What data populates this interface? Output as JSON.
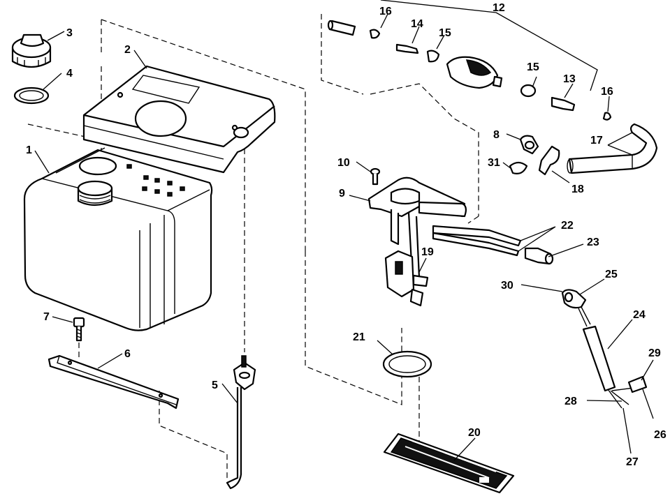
{
  "diagram": {
    "background": "#ffffff",
    "ink": "#000000",
    "callouts": {
      "c1": "1",
      "c2": "2",
      "c3": "3",
      "c4": "4",
      "c5": "5",
      "c6": "6",
      "c7": "7",
      "c8": "8",
      "c9": "9",
      "c10": "10",
      "c12": "12",
      "c13": "13",
      "c14": "14",
      "c15a": "15",
      "c15b": "15",
      "c16a": "16",
      "c16b": "16",
      "c17": "17",
      "c18": "18",
      "c19": "19",
      "c20": "20",
      "c21": "21",
      "c22": "22",
      "c23": "23",
      "c24": "24",
      "c25": "25",
      "c26": "26",
      "c27": "27",
      "c28": "28",
      "c29": "29",
      "c30": "30",
      "c31": "31"
    }
  }
}
